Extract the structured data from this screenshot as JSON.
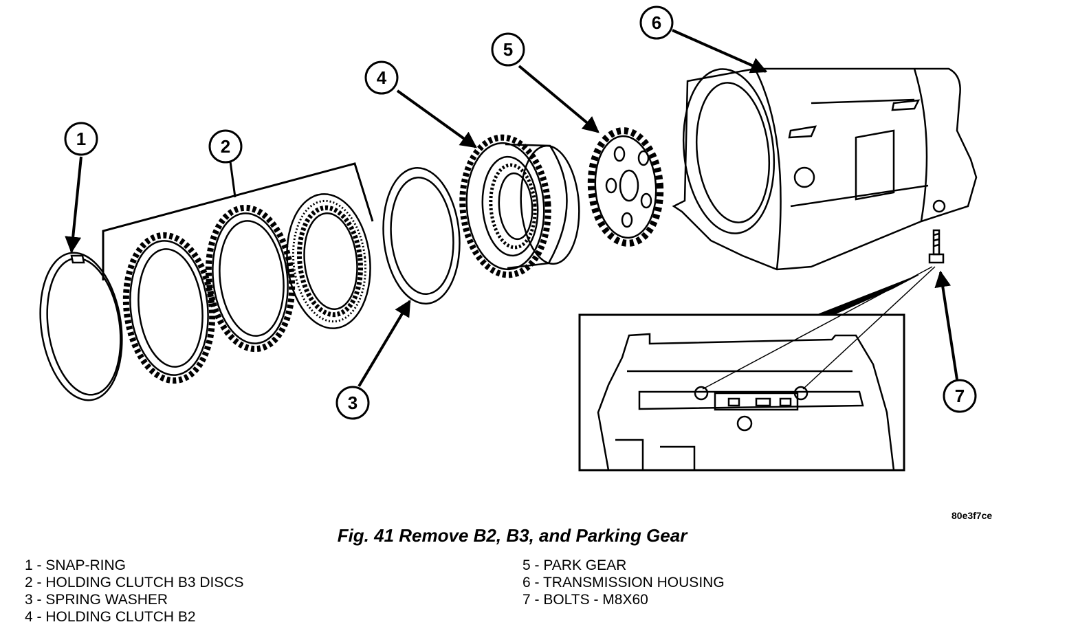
{
  "figure": {
    "code": "80e3f7ce",
    "caption": "Fig. 41 Remove B2, B3, and Parking Gear"
  },
  "callouts": [
    "1",
    "2",
    "3",
    "4",
    "5",
    "6",
    "7"
  ],
  "legend": {
    "left": [
      {
        "num": "1",
        "text": "1 - SNAP-RING"
      },
      {
        "num": "2",
        "text": "2 - HOLDING CLUTCH B3 DISCS"
      },
      {
        "num": "3",
        "text": "3 - SPRING WASHER"
      },
      {
        "num": "4",
        "text": "4 - HOLDING CLUTCH B2"
      }
    ],
    "right": [
      {
        "num": "5",
        "text": "5 - PARK GEAR"
      },
      {
        "num": "6",
        "text": "6 - TRANSMISSION HOUSING"
      },
      {
        "num": "7",
        "text": "7 - BOLTS - M8X60"
      }
    ]
  }
}
